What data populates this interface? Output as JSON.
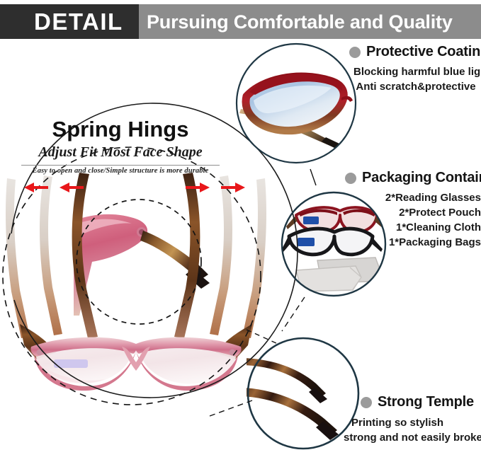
{
  "header": {
    "badge_label": "DETAIL",
    "tagline": "Pursuing Comfortable and Quality",
    "badge_bg": "#2e2e2e",
    "band_bg": "#8c8c8c",
    "text_color": "#ffffff"
  },
  "main_feature": {
    "title": "Spring Hings",
    "subtitle": "Adjust Fit Most Face Shape",
    "note": "Easy to open and close/Simple structure is more durable",
    "arrows": {
      "color": "#e8171a",
      "left_count": 2,
      "right_count": 2,
      "left_direction": "left",
      "right_direction": "right"
    }
  },
  "callouts": [
    {
      "id": "protective-coating",
      "title": "Protective Coating",
      "lines": [
        "Blocking harmful blue light",
        "Anti scratch&protective"
      ],
      "bullet_color": "#9b9b9b"
    },
    {
      "id": "packaging-contains",
      "title": "Packaging Contains",
      "lines": [
        "2*Reading Glasses",
        "2*Protect Pouch",
        "1*Cleaning Cloth",
        "1*Packaging Bags"
      ],
      "bullet_color": "#9b9b9b"
    },
    {
      "id": "strong-temple",
      "title": "Strong Temple",
      "lines": [
        "Printing so stylish",
        "strong and not easily broken"
      ],
      "bullet_color": "#9b9b9b"
    }
  ],
  "figures": {
    "coating_photo": "red-cat-eye-glasses-blue-lens",
    "packaging_photo": "two-glasses-and-two-pouches",
    "temple_photo": "two-tortoise-temple-arms",
    "hinge_detail_photo": "pink-frame-hinge-closeup",
    "main_photo": "pink-cat-eye-reading-glasses-bottom-view"
  },
  "colors": {
    "circle_outline": "#1f3744",
    "dashed_outline": "#141414",
    "frame_pink": "#d4798f",
    "frame_red": "#9c1622",
    "tortoise_brown": "#6b3a1e",
    "lens_blue": "#b9cde4",
    "pouch_gray": "#d8d6d4",
    "background": "#ffffff"
  }
}
